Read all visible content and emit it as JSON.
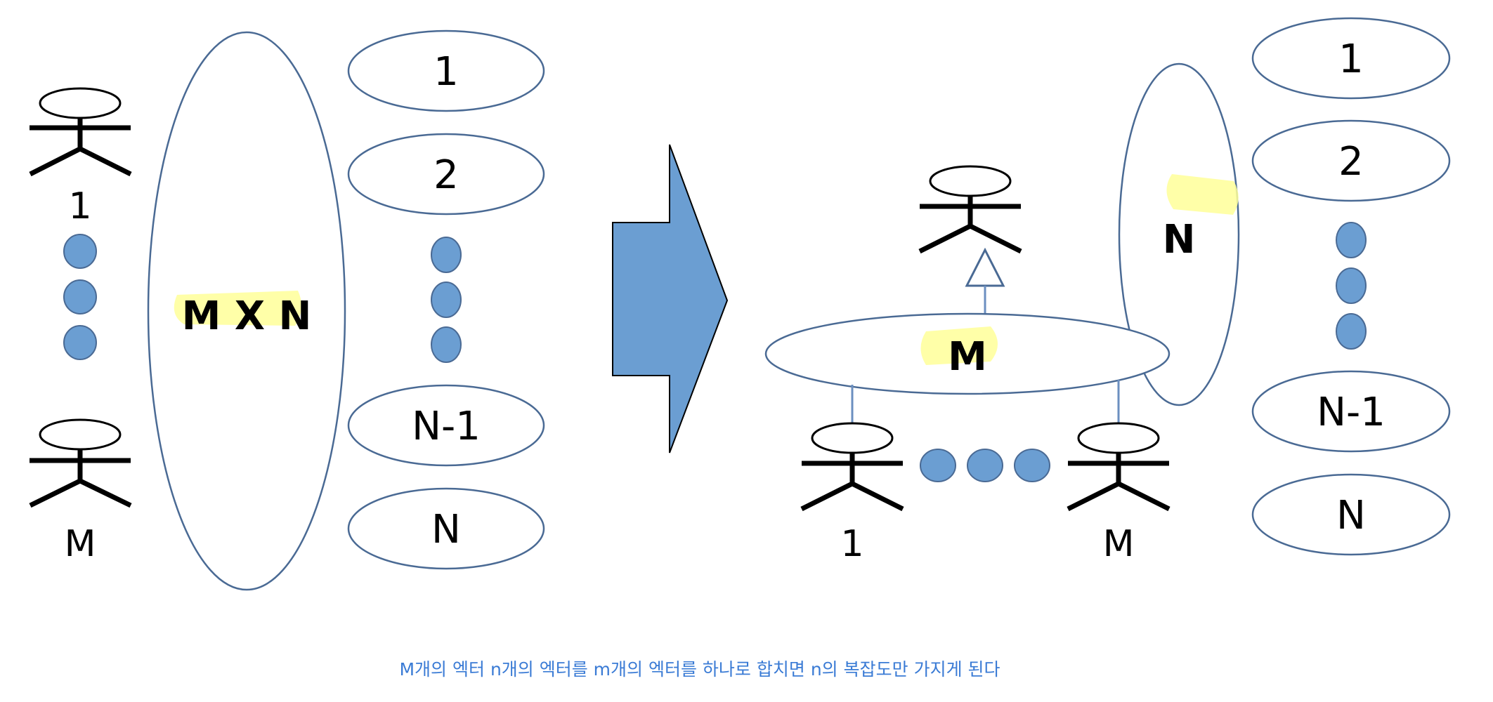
{
  "diagram": {
    "left": {
      "actor_top_label": "1",
      "actor_bottom_label": "M",
      "center_label": "M X N",
      "items": [
        "1",
        "2",
        "N-1",
        "N"
      ]
    },
    "right": {
      "child_actor_left_label": "1",
      "child_actor_right_label": "M",
      "group_label": "M",
      "side_label": "N",
      "items": [
        "1",
        "2",
        "N-1",
        "N"
      ]
    },
    "caption": "M개의 엑터 n개의 엑터를 m개의 엑터를 하나로 합치면 n의 복잡도만 가지게 된다"
  },
  "colors": {
    "outline": "#4a6a94",
    "dot_fill": "#6b9ed2",
    "arrow_fill": "#6b9ed2",
    "highlight": "#ffff99",
    "caption": "#3a7bd5",
    "line": "#6b8fc0"
  }
}
